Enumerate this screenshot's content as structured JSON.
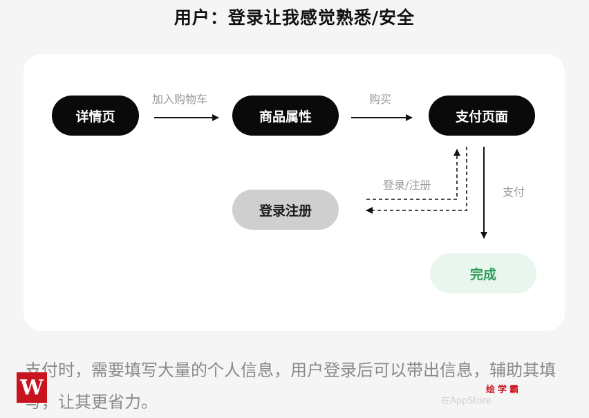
{
  "title": "用户：登录让我感觉熟悉/安全",
  "nodes": {
    "detail": "详情页",
    "attributes": "商品属性",
    "payment": "支付页面",
    "login": "登录注册",
    "complete": "完成"
  },
  "edges": {
    "add_to_cart": "加入购物车",
    "buy": "购买",
    "login_register": "登录/注册",
    "pay": "支付"
  },
  "caption": "支付时，需要填写大量的个人信息，用户登录后可以带出信息，辅助其填写，让其更省力。",
  "watermark": {
    "logo": "W",
    "brand": "绘学霸",
    "store": "在AppStore"
  },
  "colors": {
    "dark_node": "#0a0a0a",
    "gray_node": "#cfcfcf",
    "done_node": "#e9f6ee",
    "done_text": "#2a9a56",
    "brand_red": "#c8141e"
  }
}
